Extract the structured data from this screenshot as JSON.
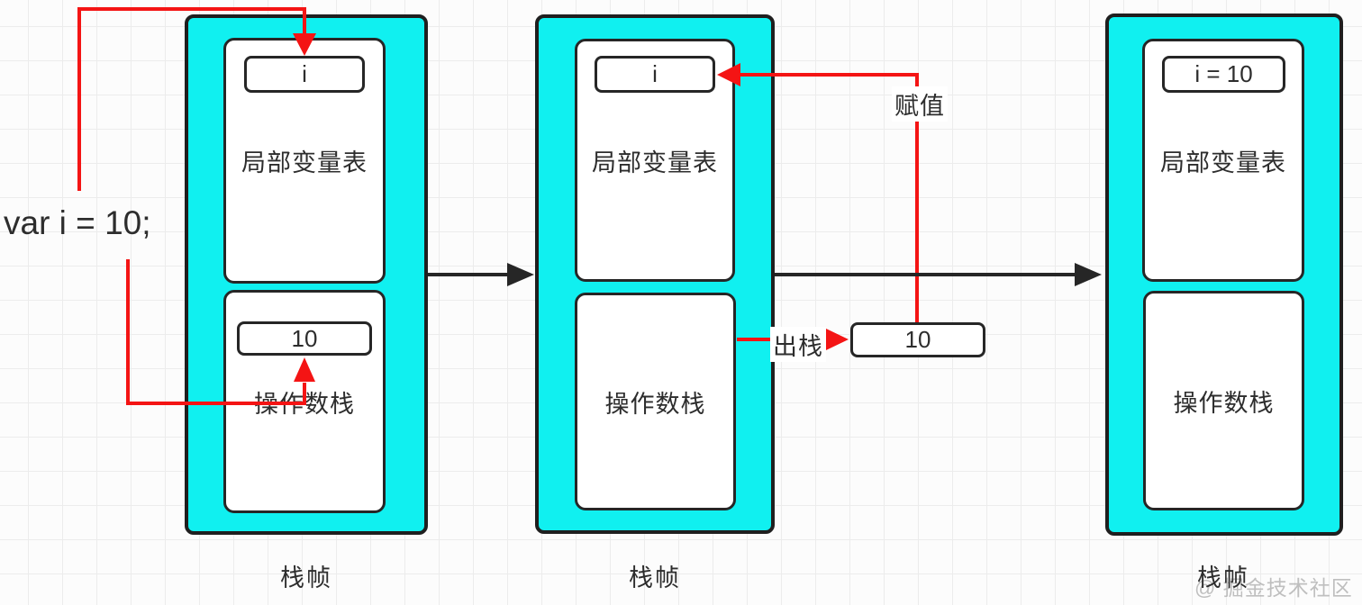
{
  "code_label": "var i = 10;",
  "colors": {
    "frame_fill": "#10f0f0",
    "arrow_red": "#f41414",
    "arrow_black": "#262626",
    "box_border": "#262626",
    "text": "#2d2d2d"
  },
  "frames": [
    {
      "caption": "栈帧",
      "lvt": {
        "title": "局部变量表",
        "slot": "i"
      },
      "os": {
        "title": "操作数栈",
        "slot": "10"
      }
    },
    {
      "caption": "栈帧",
      "lvt": {
        "title": "局部变量表",
        "slot": "i"
      },
      "os": {
        "title": "操作数栈"
      }
    },
    {
      "caption": "栈帧",
      "lvt": {
        "title": "局部变量表",
        "slot": "i = 10"
      },
      "os": {
        "title": "操作数栈"
      }
    }
  ],
  "annotations": {
    "assign": "赋值",
    "pop": "出栈",
    "popped_value": "10"
  },
  "watermark": "@ 掘金技术社区"
}
